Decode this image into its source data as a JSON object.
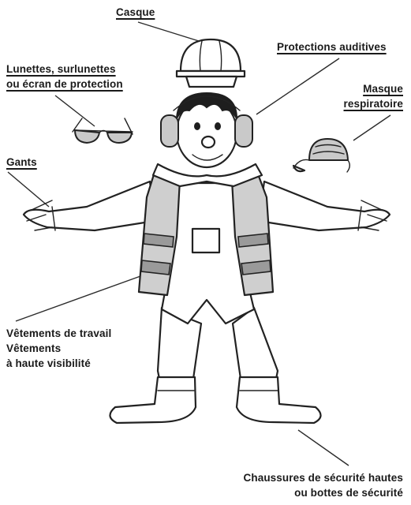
{
  "labels": {
    "helmet": "Casque",
    "ear": "Protections auditives",
    "glasses": "Lunettes, surlunettes\nou écran de protection",
    "mask": "Masque\nrespiratoire",
    "gloves": "Gants",
    "clothing": "Vêtements de travail\nVêtements\nà haute visibilité",
    "shoes": "Chaussures de sécurité hautes\nou bottes de sécurité"
  },
  "colors": {
    "ink": "#222222",
    "vest": "#cfcfcf",
    "reflective_band": "#9a9a9a",
    "background": "#ffffff"
  }
}
